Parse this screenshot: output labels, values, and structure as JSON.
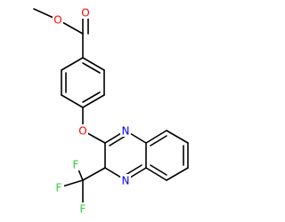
{
  "molecule": {
    "atoms": [
      {
        "id": "o-ester",
        "symbol": "O",
        "color": "#ff0000"
      },
      {
        "id": "o-carbonyl",
        "symbol": "O",
        "color": "#ff0000"
      },
      {
        "id": "o-ether",
        "symbol": "O",
        "color": "#ff0000"
      },
      {
        "id": "n-upper",
        "symbol": "N",
        "color": "#0000ff"
      },
      {
        "id": "n-lower",
        "symbol": "N",
        "color": "#0000ff"
      },
      {
        "id": "f-left",
        "symbol": "F",
        "color": "#33cc33"
      },
      {
        "id": "f-top",
        "symbol": "F",
        "color": "#33cc33"
      },
      {
        "id": "f-bottom",
        "symbol": "F",
        "color": "#33cc33"
      }
    ]
  }
}
